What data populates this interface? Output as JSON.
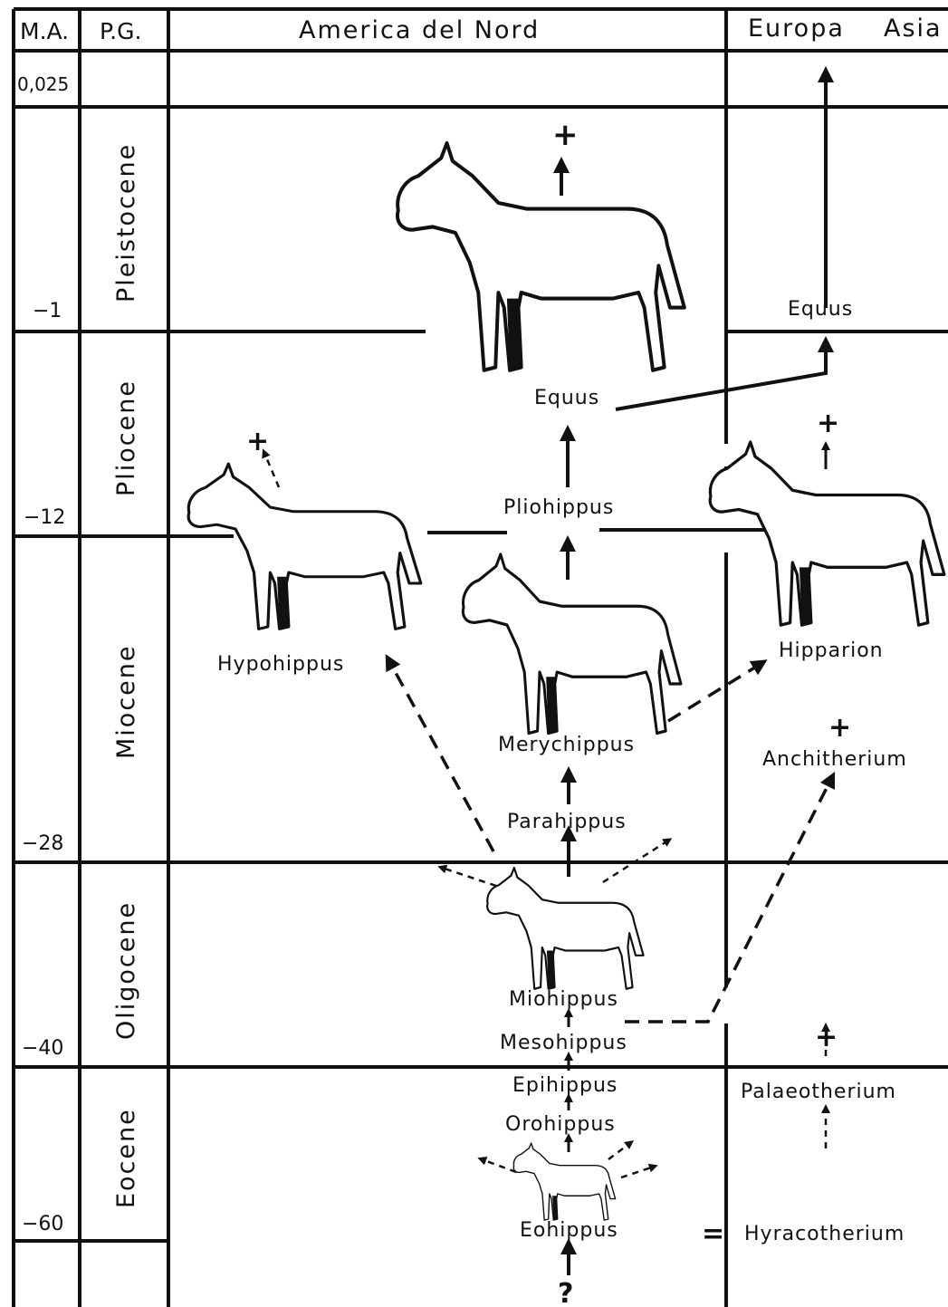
{
  "header": {
    "ma": "M.A.",
    "pg": "P.G.",
    "america": "America del Nord",
    "europa": "Europa",
    "asia": "Asia"
  },
  "ma_values": [
    "0,025",
    "−1",
    "−12",
    "−28",
    "−40",
    "−60"
  ],
  "epochs": [
    "Pleistocene",
    "Pliocene",
    "Miocene",
    "Oligocene",
    "Eocene"
  ],
  "north_america": {
    "equus": "Equus",
    "pliohippus": "Pliohippus",
    "merychippus": "Merychippus",
    "parahippus": "Parahippus",
    "miohippus": "Miohippus",
    "mesohippus": "Mesohippus",
    "epihippus": "Epihippus",
    "orohippus": "Orohippus",
    "eohippus": "Eohippus",
    "hypohippus": "Hypohippus"
  },
  "eurasia": {
    "equus": "Equus",
    "hipparion": "Hipparion",
    "anchitherium": "Anchitherium",
    "palaeotherium": "Palaeotherium",
    "hyracotherium": "Hyracotherium"
  },
  "symbols": {
    "extinct": "+",
    "unknown": "?",
    "equivalent": "="
  }
}
